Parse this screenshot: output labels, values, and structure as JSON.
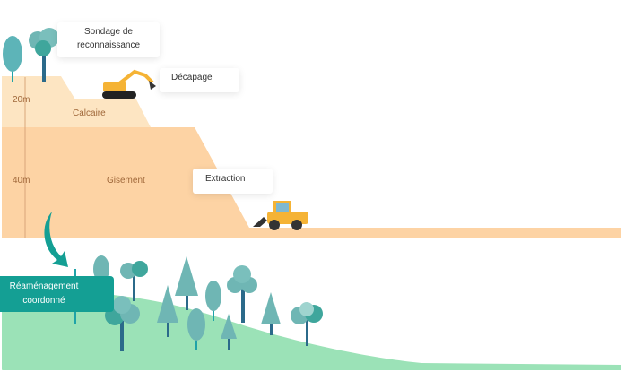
{
  "steps": {
    "sondage": "Sondage de reconnaissance",
    "decapage": "Décapage",
    "extraction": "Extraction",
    "reamenagement": "Réaménagement coordonné"
  },
  "layers": {
    "calcaire": "Calcaire",
    "gisement": "Gisement"
  },
  "depths": {
    "d20": "20m",
    "d40": "40m"
  },
  "colors": {
    "calcaire": "#fde5c2",
    "gisement": "#fdd3a4",
    "grass": "#9be2b7",
    "teal": "#149f94",
    "machine": "#f5b335"
  }
}
